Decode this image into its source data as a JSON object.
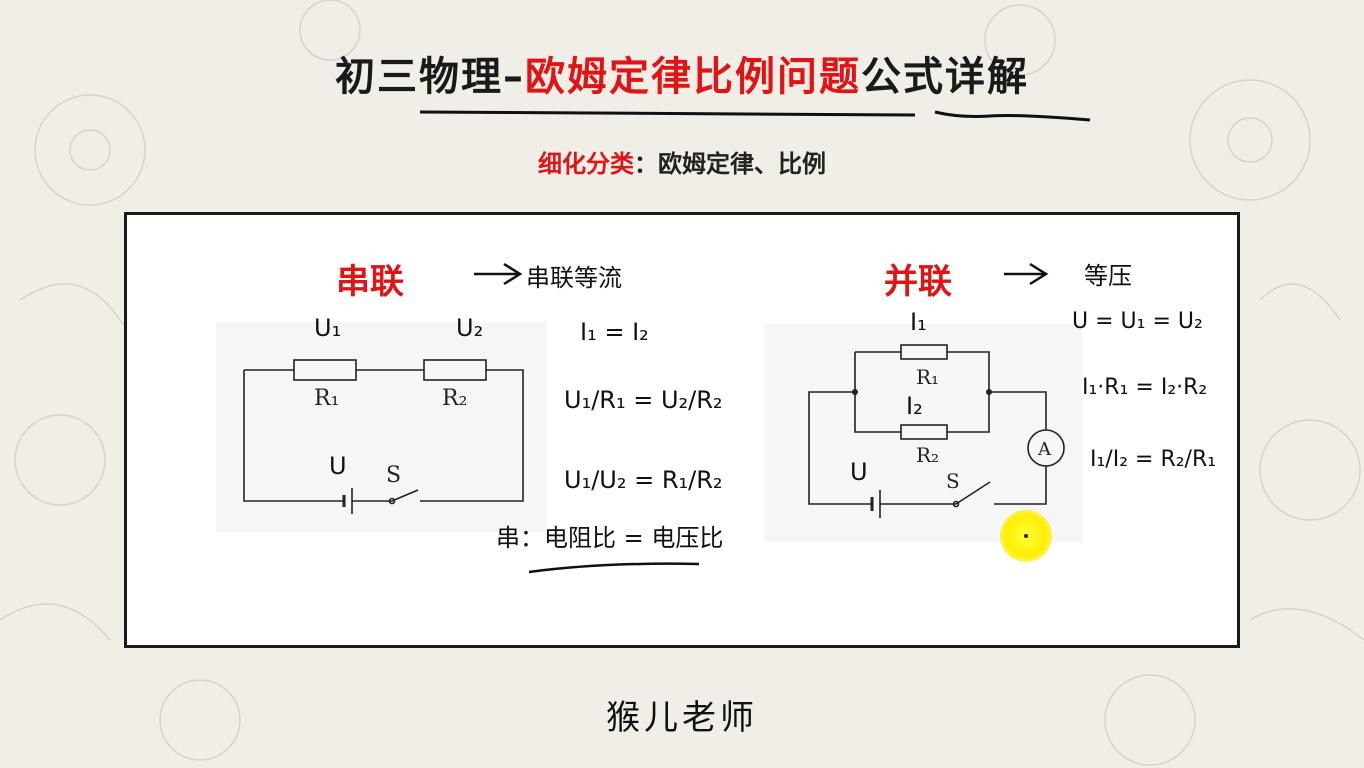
{
  "header": {
    "title_prefix": "初三物理–",
    "title_highlight": "欧姆定律比例问题",
    "title_suffix": "公式详解",
    "subtitle_label": "细化分类",
    "subtitle_sep": "：",
    "subtitle_value": "欧姆定律、比例"
  },
  "series_section": {
    "title": "串联",
    "note": "串联等流",
    "circuit_labels": {
      "u1": "U₁",
      "u2": "U₂",
      "r1": "R₁",
      "r2": "R₂",
      "u": "U",
      "switch": "S"
    },
    "formulas": [
      "I₁ = I₂",
      "U₁/R₁ = U₂/R₂",
      "U₁/U₂ = R₁/R₂"
    ],
    "conclusion": "串：电阻比 = 电压比"
  },
  "parallel_section": {
    "title": "并联",
    "note": "等压",
    "circuit_labels": {
      "i1": "I₁",
      "i2": "I₂",
      "r1": "R₁",
      "r2": "R₂",
      "ammeter": "A",
      "u": "U",
      "switch": "S"
    },
    "formulas": [
      "U = U₁ = U₂",
      "I₁·R₁ = I₂·R₂",
      "I₁/I₂ = R₂/R₁"
    ]
  },
  "footer": {
    "author": "猴儿老师"
  },
  "colors": {
    "accent_red": "#e01414",
    "ink": "#1a1a1a",
    "cursor": "#ffee00"
  }
}
